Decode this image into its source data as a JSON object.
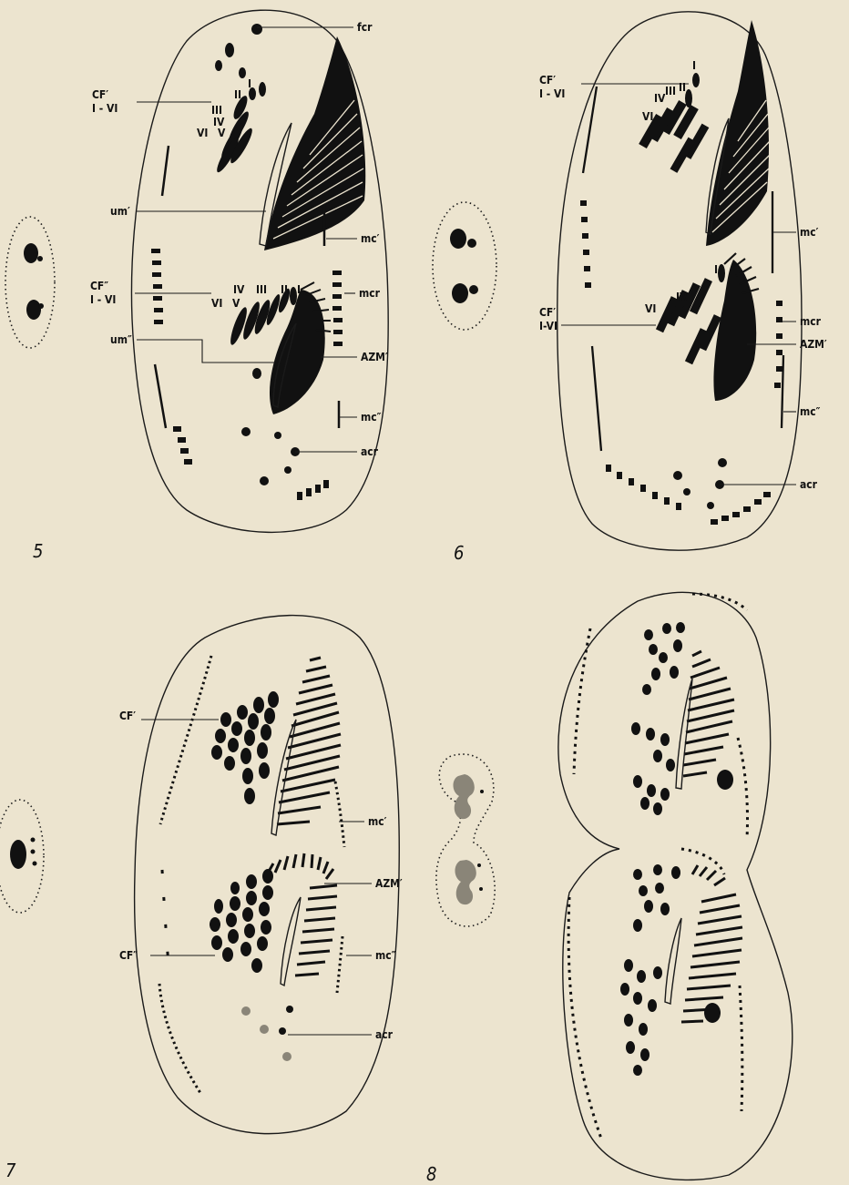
{
  "figures": [
    {
      "number": "5",
      "labels": [
        "fcr",
        "CF′",
        "I - VI",
        "III",
        "II",
        "I",
        "IV",
        "V",
        "VI",
        "um′",
        "mc′",
        "CF″",
        "I - VI",
        "IV",
        "III",
        "II",
        "I",
        "V",
        "VI",
        "mcr",
        "um″",
        "AZM′",
        "mc″",
        "acr"
      ]
    },
    {
      "number": "6",
      "labels": [
        "CF′",
        "I - VI",
        "I",
        "II",
        "III",
        "IV",
        "VI",
        "mc′",
        "CF′",
        "I-VI",
        "I",
        "IV",
        "VI",
        "mcr",
        "AZM′",
        "mc″",
        "acr"
      ]
    },
    {
      "number": "7",
      "labels": [
        "CF′",
        "mc′",
        "AZM′",
        "CF″",
        "mc″",
        "acr"
      ]
    },
    {
      "number": "8",
      "labels": []
    }
  ],
  "colors": {
    "paper": "#ece4cf",
    "ink": "#111111"
  }
}
